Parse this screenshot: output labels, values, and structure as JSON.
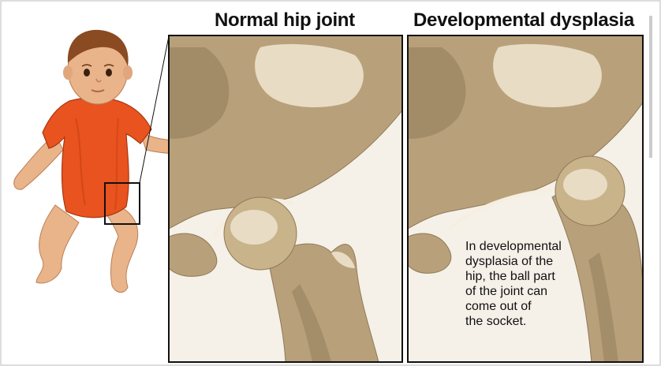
{
  "panels": {
    "normal": {
      "title": "Normal hip joint"
    },
    "dysplasia": {
      "title": "Developmental dysplasia",
      "caption_lines": [
        "In developmental",
        "dysplasia of the",
        "hip, the ball part",
        "of the joint can",
        "come out of",
        "the socket."
      ]
    }
  },
  "colors": {
    "bone": "#b8a07a",
    "bone_dark": "#8f7a57",
    "bone_light": "#e8dcc4",
    "panel_bg": "#f5f0e8",
    "onesie": "#e8531f",
    "skin": "#e9b48a",
    "hair": "#8a4a22",
    "outline": "#111111"
  },
  "icons": [
    "baby-illustration",
    "hip-highlight-box"
  ]
}
